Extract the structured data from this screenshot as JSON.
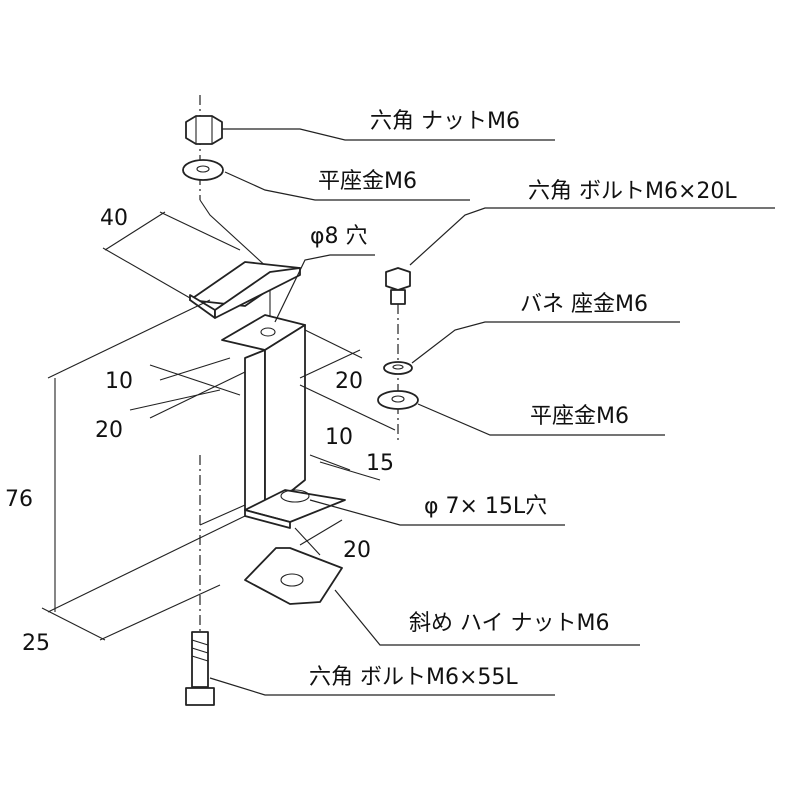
{
  "labels": {
    "hex_nut_m6": "六角 ナットM6",
    "flat_washer_m6_top": "平座金M6",
    "hex_bolt_m6x20l": "六角 ボルトM6×20L",
    "phi8_hole": "φ8 穴",
    "spring_washer_m6": "バネ 座金M6",
    "flat_washer_m6_right": "平座金M6",
    "phi7x15l_hole": "φ 7× 15L穴",
    "slant_high_nut_m6": "斜め ハイ ナットM6",
    "hex_bolt_m6x55l": "六角 ボルトM6×55L"
  },
  "dimensions": {
    "d40": "40",
    "d10_left": "10",
    "d20_left": "20",
    "d20_top_right": "20",
    "d10_mid": "10",
    "d15": "15",
    "d20_bottom": "20",
    "d76": "76",
    "d25": "25"
  }
}
